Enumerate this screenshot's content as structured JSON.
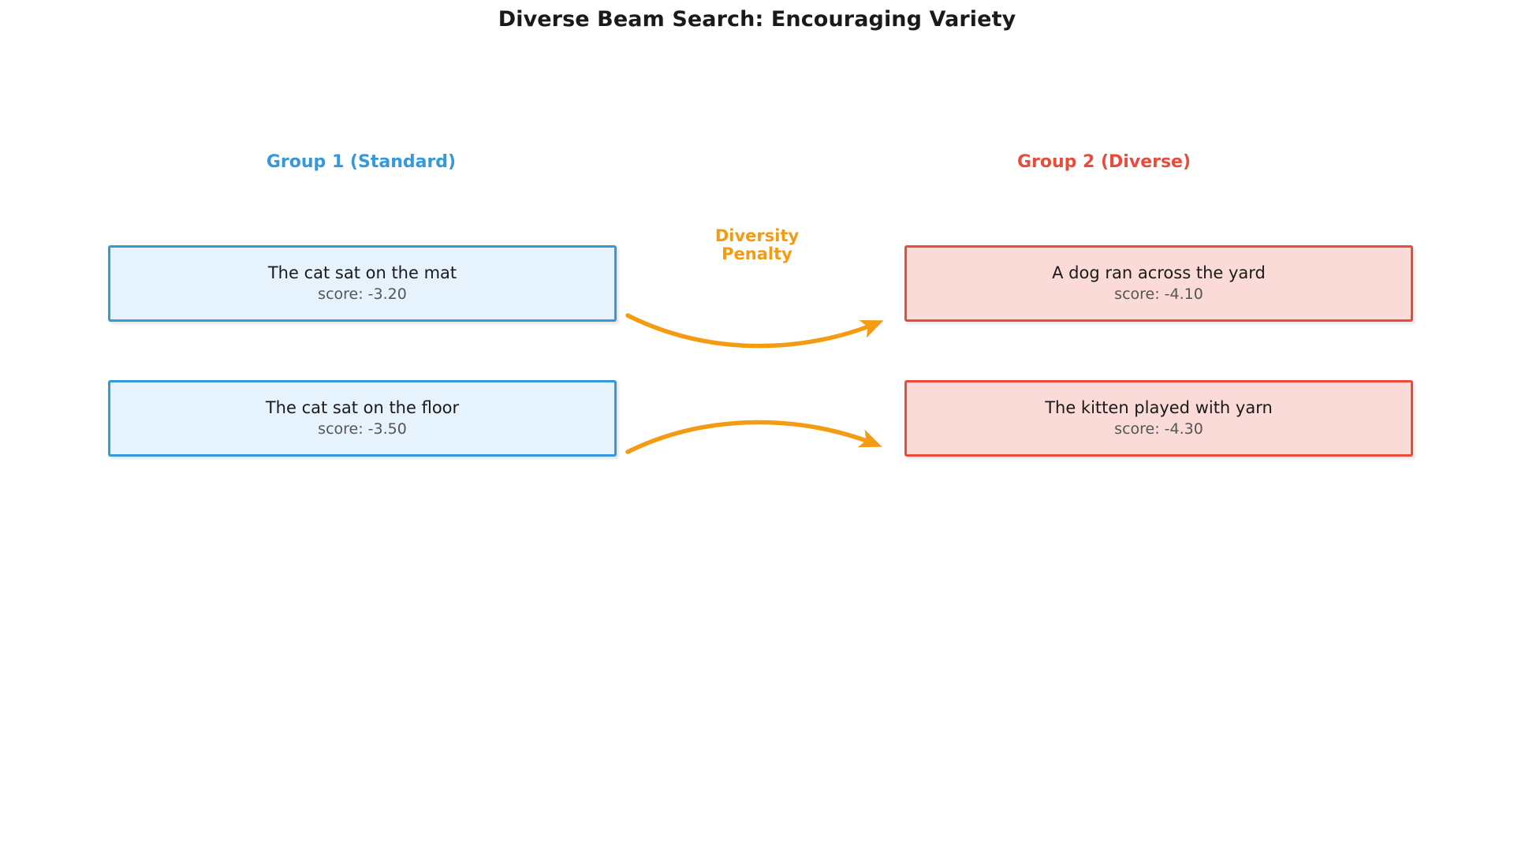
{
  "title": "Diverse Beam Search: Encouraging Variety",
  "colors": {
    "group1_accent": "#3498db",
    "group1_fill": "#e6f2fc",
    "group2_accent": "#e74c3c",
    "group2_fill": "#fadbd8",
    "penalty_accent": "#f39c12",
    "background": "#ffffff",
    "text": "#1a1a1a",
    "score_text": "#555555"
  },
  "groups": [
    {
      "heading": "Group 1 (Standard)",
      "beams": [
        {
          "text": "The cat sat on the mat",
          "score": "score: -3.20",
          "score_value": -3.2
        },
        {
          "text": "The cat sat on the floor",
          "score": "score: -3.50",
          "score_value": -3.5
        }
      ]
    },
    {
      "heading": "Group 2 (Diverse)",
      "beams": [
        {
          "text": "A dog ran across the yard",
          "score": "score: -4.10",
          "score_value": -4.1
        },
        {
          "text": "The kitten played with yarn",
          "score": "score: -4.30",
          "score_value": -4.3
        }
      ]
    }
  ],
  "penalty": {
    "line1": "Diversity",
    "line2": "Penalty"
  },
  "arrows": [
    {
      "name": "diversity-penalty-arrow-1",
      "from": "group1-beam-1",
      "to": "group2-beam-1",
      "curve": "sag"
    },
    {
      "name": "diversity-penalty-arrow-2",
      "from": "group1-beam-2",
      "to": "group2-beam-2",
      "curve": "arc"
    }
  ]
}
